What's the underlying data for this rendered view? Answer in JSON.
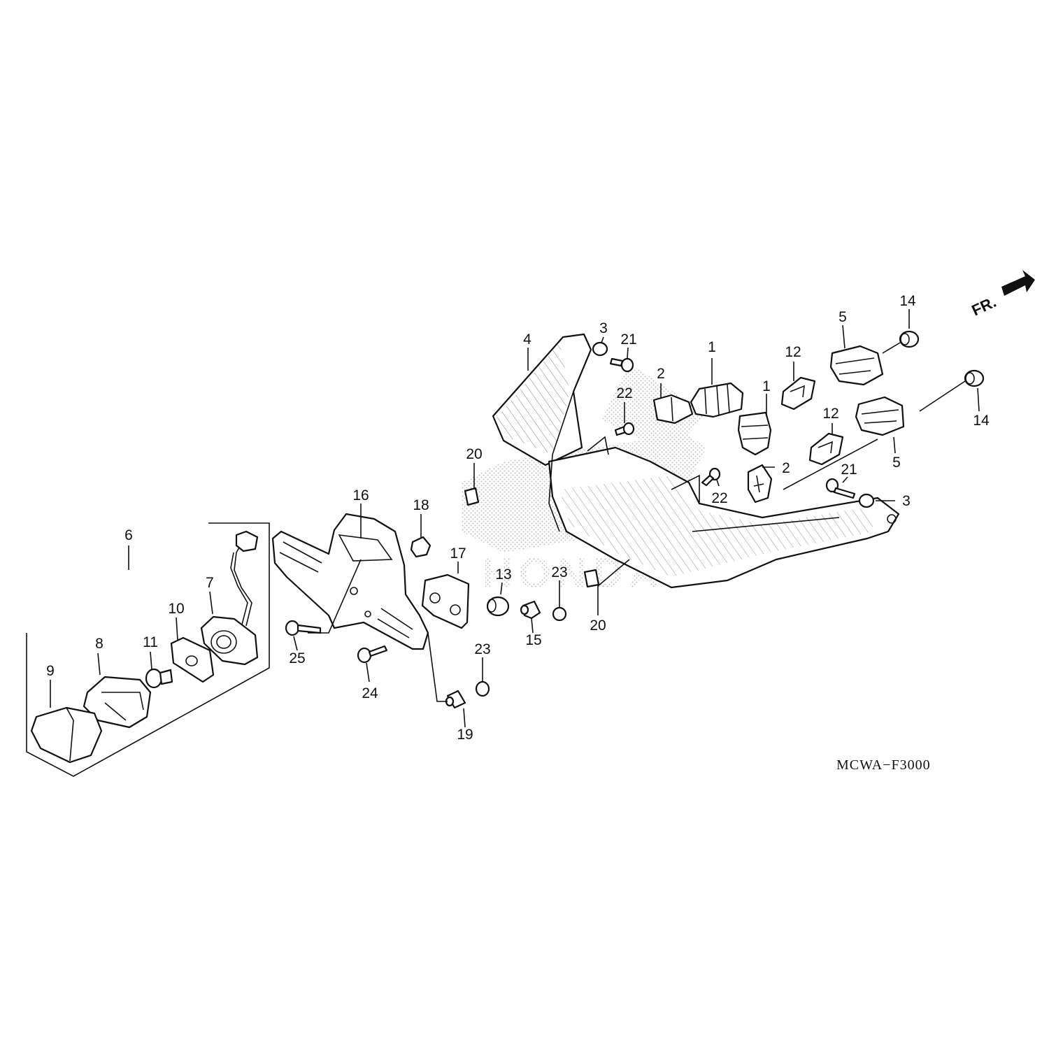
{
  "diagram": {
    "code": "MCWA−F3000",
    "front_label": "FR.",
    "watermark": "HONDA",
    "callouts": {
      "c1a": "1",
      "c1b": "1",
      "c2a": "2",
      "c2b": "2",
      "c3a": "3",
      "c3b": "3",
      "c4": "4",
      "c5a": "5",
      "c5b": "5",
      "c6": "6",
      "c7": "7",
      "c8": "8",
      "c9": "9",
      "c10": "10",
      "c11": "11",
      "c12a": "12",
      "c12b": "12",
      "c13": "13",
      "c14a": "14",
      "c14b": "14",
      "c15": "15",
      "c16": "16",
      "c17": "17",
      "c18": "18",
      "c19": "19",
      "c20a": "20",
      "c20b": "20",
      "c21a": "21",
      "c21b": "21",
      "c22a": "22",
      "c22b": "22",
      "c23a": "23",
      "c23b": "23",
      "c24": "24",
      "c25": "25"
    }
  }
}
